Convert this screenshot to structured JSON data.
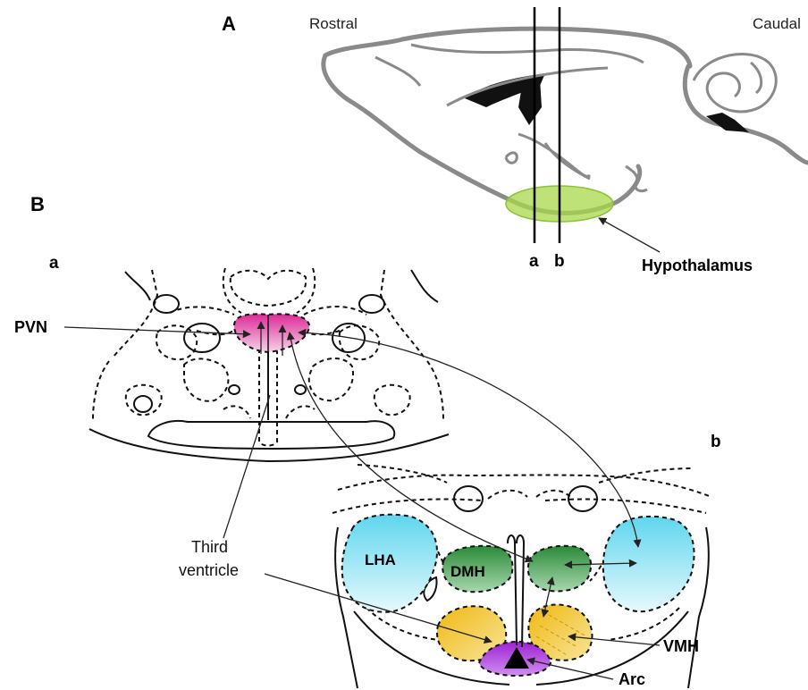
{
  "panels": {
    "a_label": "A",
    "b_label": "B"
  },
  "sagittal": {
    "rostral": "Rostral",
    "caudal": "Caudal",
    "line_a": "a",
    "line_b": "b",
    "region": "Hypothalamus"
  },
  "sections": {
    "a_label": "a",
    "b_label": "b",
    "third_ventricle": [
      "Third",
      "ventricle"
    ]
  },
  "nuclei": {
    "pvn": "PVN",
    "lha": "LHA",
    "dmh": "DMH",
    "vmh": "VMH",
    "arc": "Arc"
  },
  "colors": {
    "pvn": "#e0309a",
    "lha": "#5fd8ee",
    "dmh": "#2e8b3a",
    "vmh": "#f2c21e",
    "arc": "#9b1fd0",
    "hypothalamus": "#a8d84a"
  }
}
